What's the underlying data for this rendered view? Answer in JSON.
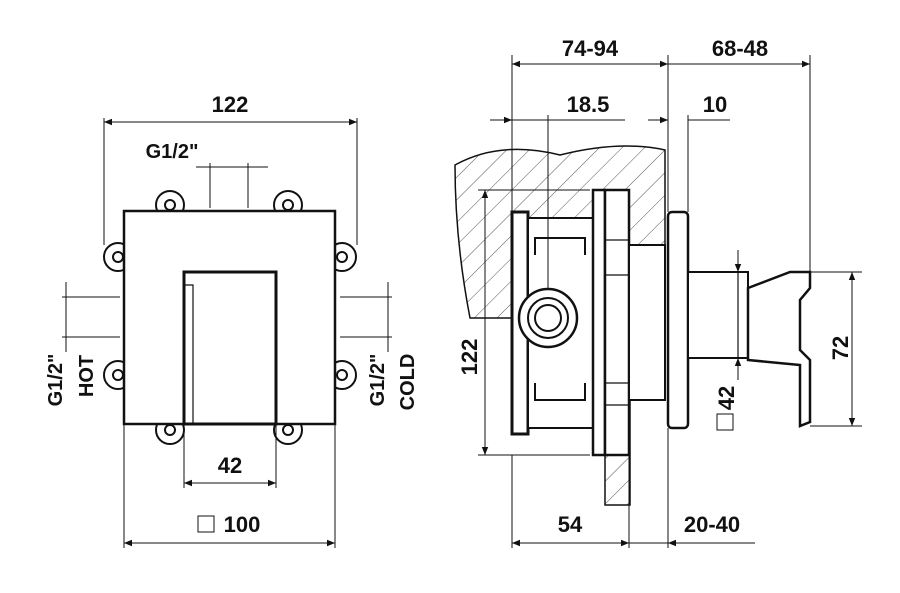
{
  "front_view": {
    "width_label": "122",
    "thread_top_label": "G1/2\"",
    "inner_width_label": "42",
    "square_label": "100",
    "hot_thread_label": "G1/2\"",
    "hot_label": "HOT",
    "cold_thread_label": "G1/2\"",
    "cold_label": "COLD"
  },
  "side_view": {
    "depth_label": "74-94",
    "projection_label": "68-48",
    "offset_label": "18.5",
    "plate_label": "10",
    "height_label": "122",
    "handle_height_label": "72",
    "handle_square_label": "42",
    "body_depth_label": "54",
    "wall_label": "20-40"
  }
}
